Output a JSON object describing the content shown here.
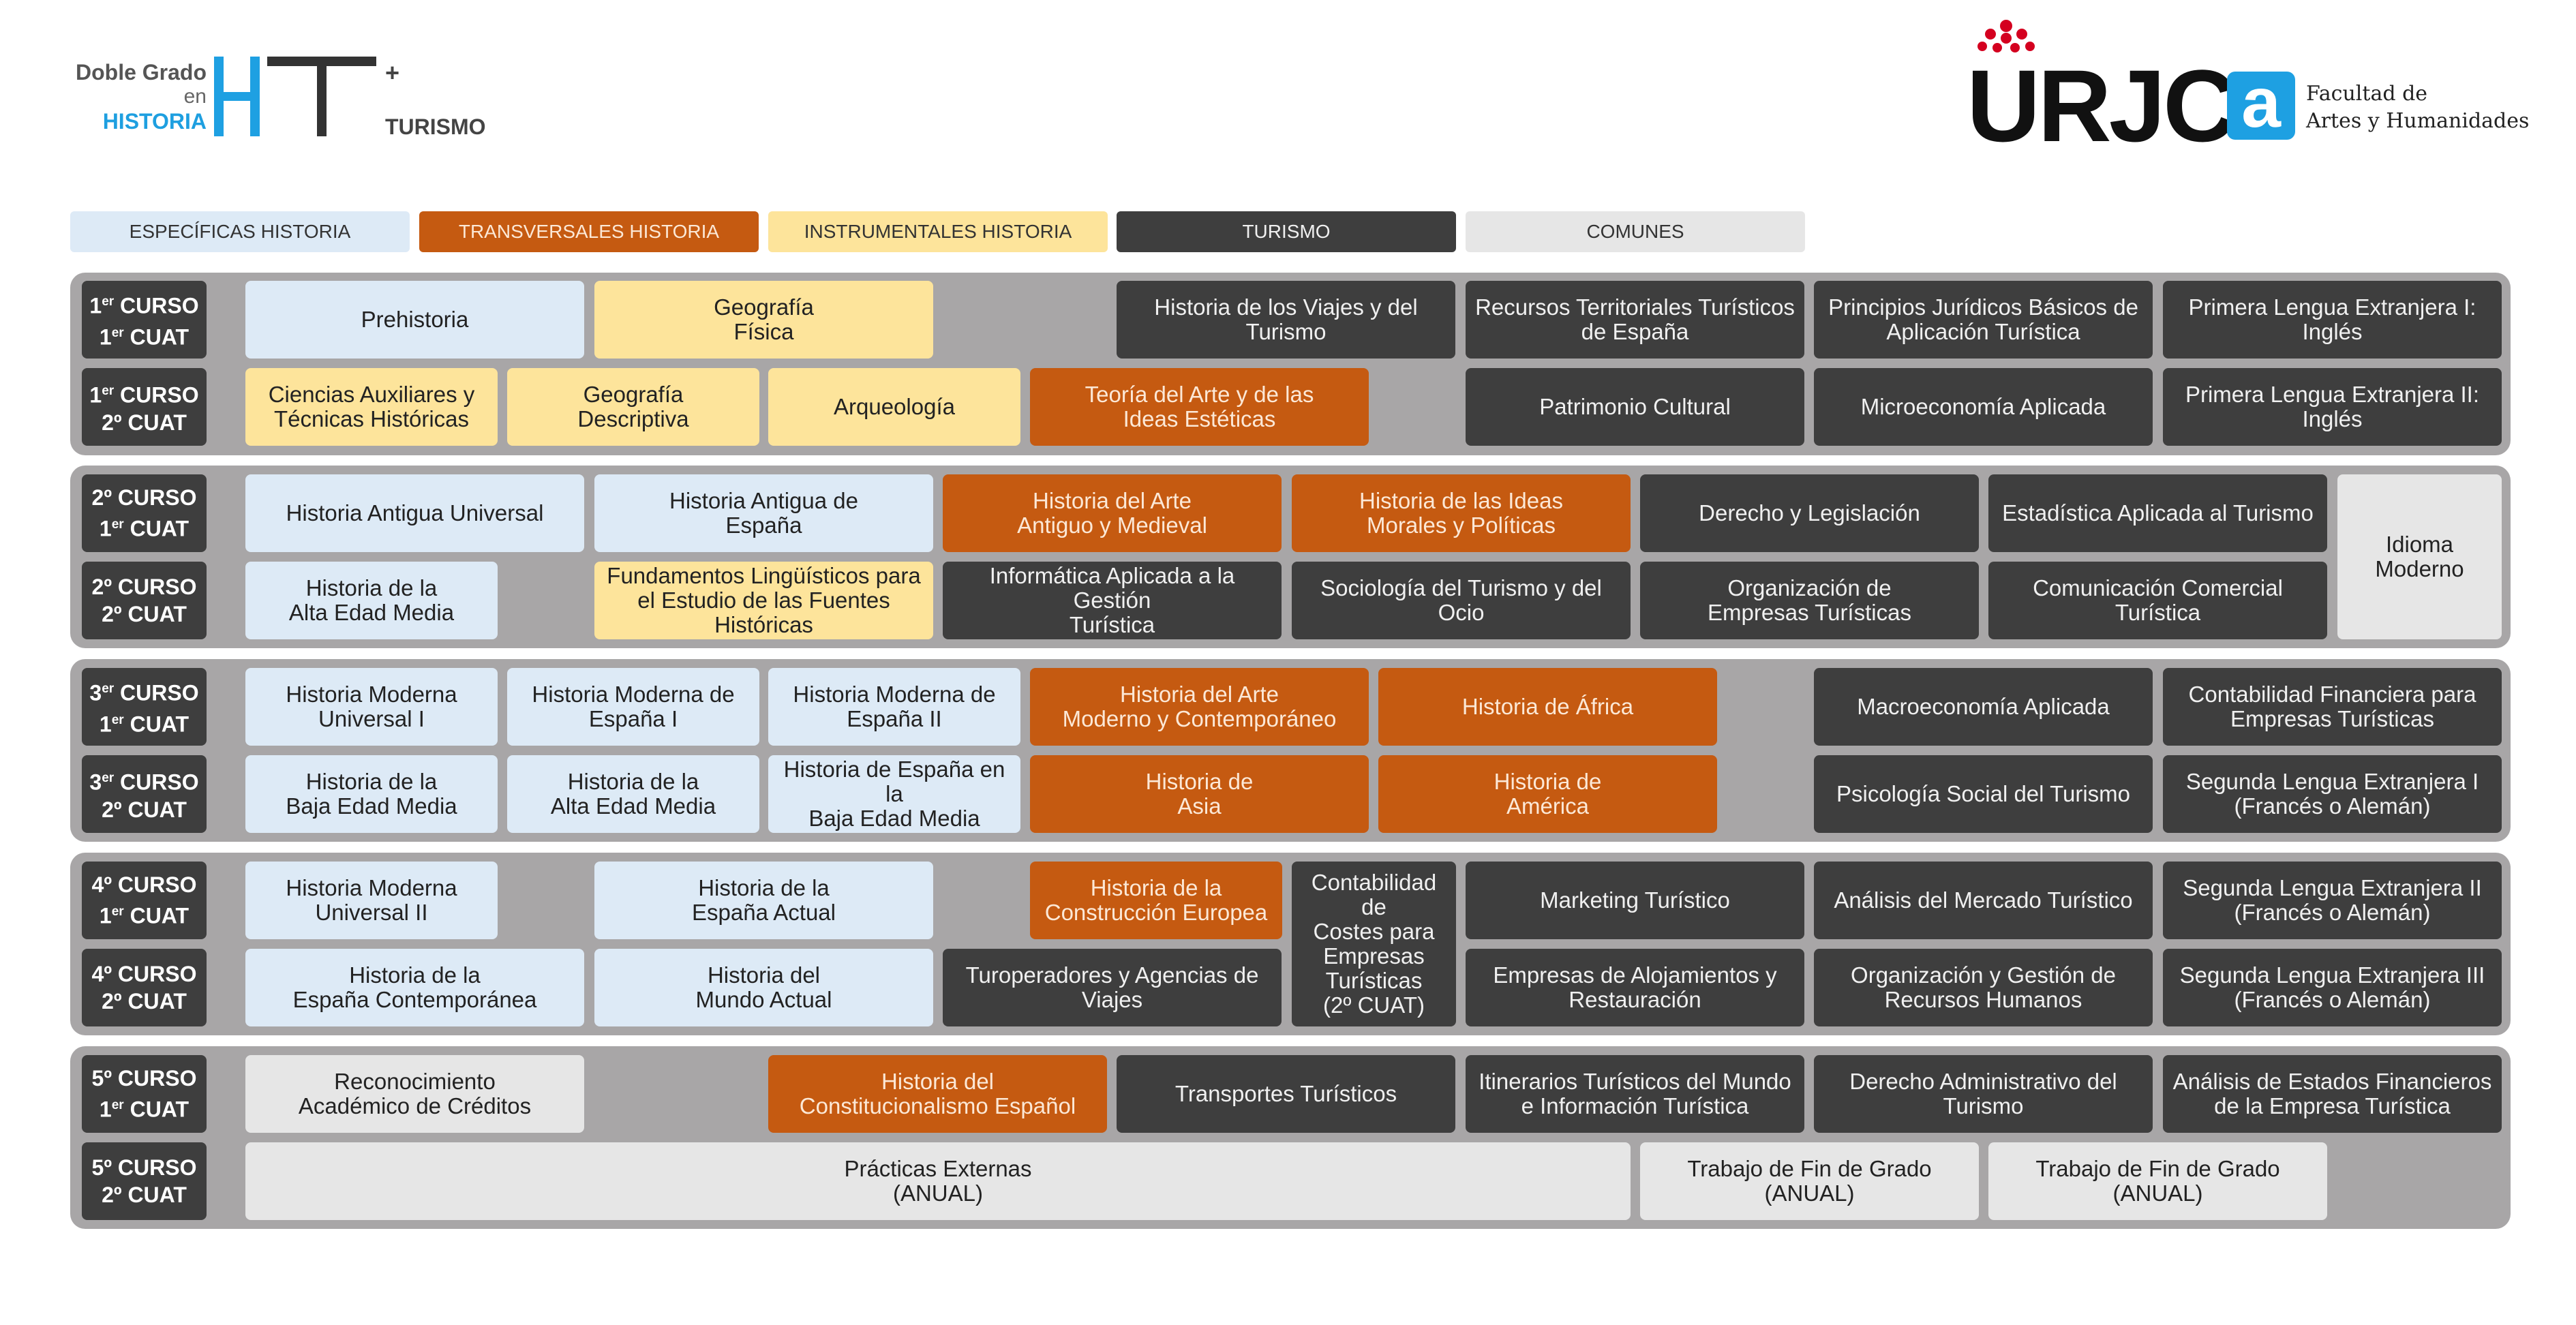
{
  "header": {
    "doble": "Doble Grado",
    "en": "en",
    "historia": "HISTORIA",
    "plus": "+",
    "turismo": "TURISMO",
    "urjc": "URJC",
    "faculty_a": "a",
    "faculty_line1": "Facultad de",
    "faculty_line2": "Artes y Humanidades"
  },
  "legend": {
    "especificas": "ESPECÍFICAS HISTORIA",
    "transversales": "TRANSVERSALES HISTORIA",
    "instrumentales": "INSTRUMENTALES HISTORIA",
    "turismo": "TURISMO",
    "comunes": "COMUNES"
  },
  "colors": {
    "especificas": "#ddeaf6",
    "transversales": "#c55a11",
    "instrumentales": "#fde49b",
    "turismo": "#3e3e3e",
    "comunes": "#e6e6e6"
  },
  "labels": {
    "c1": "1",
    "c2": "2º",
    "c3": "3",
    "c4": "4º",
    "c5": "5º",
    "er": "er",
    "curso": "CURSO",
    "cuat": "CUAT",
    "one": "1",
    "two": "2º"
  },
  "y1": {
    "s1": [
      "Prehistoria",
      "Geografía\nFísica",
      "Historia de los Viajes y del\nTurismo",
      "Recursos Territoriales Turísticos\nde España",
      "Principios Jurídicos Básicos de\nAplicación Turística",
      "Primera Lengua Extranjera I:\nInglés"
    ],
    "s2": [
      "Ciencias Auxiliares y\nTécnicas Históricas",
      "Geografía\nDescriptiva",
      "Arqueología",
      "Teoría del Arte y de las\nIdeas Estéticas",
      "Patrimonio Cultural",
      "Microeconomía Aplicada",
      "Primera Lengua Extranjera II:\nInglés"
    ]
  },
  "y2": {
    "s1": [
      "Historia Antigua Universal",
      "Historia Antigua de\nEspaña",
      "Historia del Arte\nAntiguo y Medieval",
      "Historia de las Ideas\nMorales y Políticas",
      "Derecho y Legislación",
      "Estadística Aplicada al Turismo"
    ],
    "s2": [
      "Historia de la\nAlta Edad Media",
      "Fundamentos Lingüísticos para\nel Estudio de las Fuentes\nHistóricas",
      "Informática Aplicada a la Gestión\nTurística",
      "Sociología del Turismo y del\nOcio",
      "Organización de\nEmpresas Turísticas",
      "Comunicación Comercial\nTurística"
    ],
    "idioma": "Idioma\nModerno"
  },
  "y3": {
    "s1": [
      "Historia Moderna\nUniversal I",
      "Historia Moderna de\nEspaña I",
      "Historia Moderna de\nEspaña II",
      "Historia del Arte\nModerno y Contemporáneo",
      "Historia de África",
      "Macroeconomía Aplicada",
      "Contabilidad Financiera para\nEmpresas Turísticas"
    ],
    "s2": [
      "Historia de la\nBaja Edad Media",
      "Historia de la\nAlta Edad Media",
      "Historia de España en\nla\nBaja Edad Media",
      "Historia de\nAsia",
      "Historia de\nAmérica",
      "Psicología Social del Turismo",
      "Segunda Lengua Extranjera I\n(Francés o Alemán)"
    ]
  },
  "y4": {
    "s1": [
      "Historia Moderna\nUniversal II",
      "Historia de la\nEspaña Actual",
      "Historia de la\nConstrucción Europea",
      "Marketing Turístico",
      "Análisis del Mercado Turístico",
      "Segunda Lengua Extranjera II\n(Francés o Alemán)"
    ],
    "s2": [
      "Historia de la\nEspaña Contemporánea",
      "Historia del\nMundo Actual",
      "Turoperadores y Agencias de\nViajes",
      "Empresas de Alojamientos y\nRestauración",
      "Organización y Gestión de\nRecursos Humanos",
      "Segunda Lengua Extranjera III\n(Francés o Alemán)"
    ],
    "contab": "Contabilidad de\nCostes para\nEmpresas\nTurísticas\n(2º CUAT)"
  },
  "y5": {
    "s1": [
      "Reconocimiento\nAcadémico de Créditos",
      "Historia del\nConstitucionalismo Español",
      "Transportes Turísticos",
      "Itinerarios Turísticos del Mundo\ne Información Turística",
      "Derecho Administrativo del\nTurismo",
      "Análisis de Estados Financieros\nde la Empresa Turística"
    ],
    "s2": [
      "Prácticas Externas\n(ANUAL)",
      "Trabajo de Fin de Grado\n(ANUAL)",
      "Trabajo de Fin de Grado\n(ANUAL)"
    ]
  }
}
